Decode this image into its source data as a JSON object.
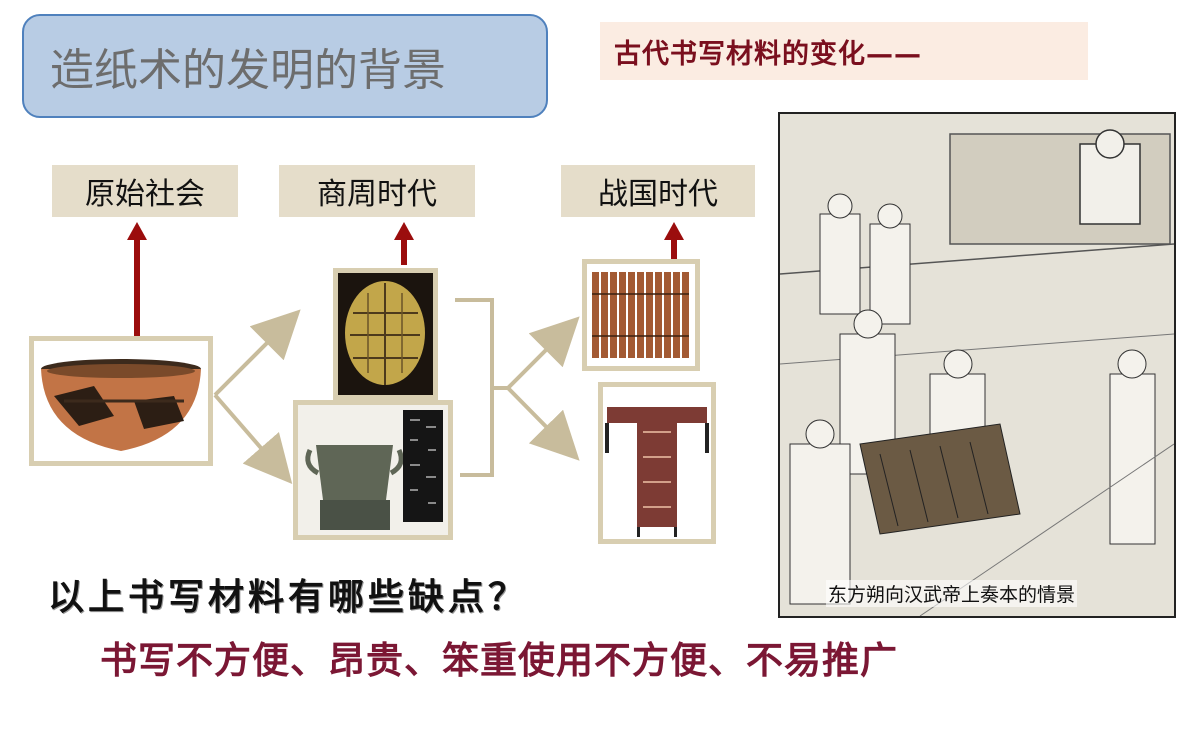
{
  "slide": {
    "title": "造纸术的发明的背景",
    "subtitle": "古代书写材料的变化——",
    "eras": [
      "原始社会",
      "商周时代",
      "战国时代"
    ],
    "question": "以上书写材料有哪些缺点？",
    "answer": "书写不方便、昂贵、笨重使用不方便、不易推广",
    "illustration_caption": "东方朔向汉武帝上奏本的情景"
  },
  "colors": {
    "title_box_fill": "#b8cce4",
    "title_box_border": "#4f81bd",
    "subtitle_text": "#7a0f1e",
    "answer_text": "#7b1734",
    "arrow_red": "#9b0d0d",
    "connector": "#c8bc9c",
    "frame": "#d8ceb1"
  }
}
